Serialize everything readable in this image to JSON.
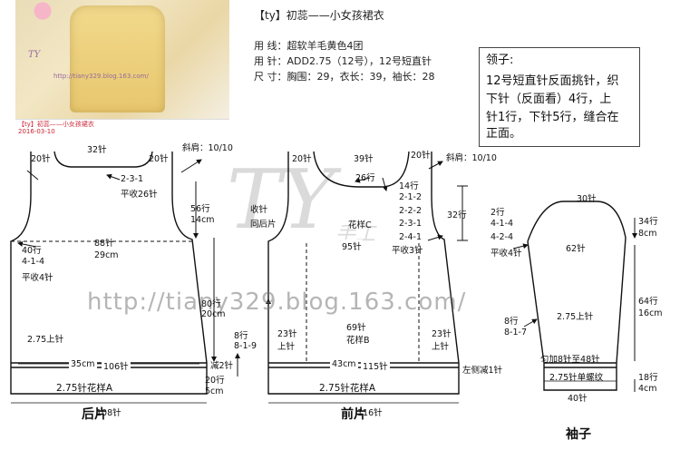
{
  "photo": {
    "stamp": "TY",
    "url": "http://tiany329.blog.163.com/",
    "caption": "【ty】初蕊——小女孩裙衣",
    "date": "2016-03-10"
  },
  "header": {
    "title": "【ty】初蕊——小女孩裙衣",
    "yarn": "用  线：超软羊毛黄色4团",
    "needle": "用  针：ADD2.75（12号），12号短直针",
    "size": "尺  寸：胸围：29，衣长：39，袖长：28"
  },
  "collar_note": {
    "title": "领子:",
    "lines": [
      "12号短直针反面挑针，织",
      "下针（反面看）4行，上",
      "针1行，下针5行，缝合在",
      "正面。"
    ]
  },
  "watermark": {
    "url": "http://tiany329.blog.163.com/",
    "logo": "TY",
    "logo_sub": "手工"
  },
  "back": {
    "title": "后片",
    "top_center": "32针",
    "shoulder_left": "20针",
    "shoulder_right": "20针",
    "slope": "斜肩：10/10",
    "neck1": "2-3-1",
    "neck2": "平收26针",
    "armhole_rows": "56行",
    "armhole_cm": "14cm",
    "chest_st": "88针",
    "chest_cm": "29cm",
    "ah_rows": "40行",
    "ah_dec": "4-1-4",
    "ah_bind": "平收4针",
    "body_rows": "80行",
    "body_cm": "20cm",
    "body_stitch": "2.75上针",
    "hem_cm": "35cm",
    "hem_st": "106针",
    "side_rows": "8行",
    "side_dec": "8-1-9",
    "rib_dec": "减2针",
    "rib_rows": "20行",
    "rib_cm": "5cm",
    "rib_pattern": "2.75针花样A",
    "cast_on": "108针"
  },
  "front": {
    "title": "前片",
    "top_center": "39针",
    "shoulder_left": "20针",
    "shoulder_right": "20针",
    "slope": "斜肩：10/10",
    "neck_rows": "26行",
    "neck_rows2": "14行",
    "nd1": "2-1-2",
    "nd2": "2-2-2",
    "nd3": "2-3-1",
    "nd4": "2-4-1",
    "neck_rows3": "32行",
    "same": "收针",
    "same2": "同后片",
    "pattern_c": "花样C",
    "center_st": "95针",
    "bind_side": "平收3针",
    "side_left": "23针",
    "side_left2": "上针",
    "center_st2": "69针",
    "pattern_b": "花样B",
    "side_right": "23针",
    "side_right2": "上针",
    "hem_cm": "43cm",
    "hem_st": "115针",
    "side_dec": "左侧减1针",
    "rib_pattern": "2.75针花样A",
    "cast_on": "116针"
  },
  "sleeve": {
    "title": "袖子",
    "cap_top": "30针",
    "cap_rows": "2行",
    "cap1": "4-1-4",
    "cap2": "4-2-4",
    "cap_bind": "平收4针",
    "cap_st": "62针",
    "cap_h_rows": "34行",
    "cap_h_cm": "8cm",
    "arm_rows": "64行",
    "arm_cm": "16cm",
    "inc_rows": "8行",
    "inc": "8-1-7",
    "stitch": "2.75上针",
    "inc_note": "匀加8针至48针",
    "rib": "2.75针单螺纹",
    "rib_rows": "18行",
    "rib_cm": "4cm",
    "cast_on": "40针"
  }
}
